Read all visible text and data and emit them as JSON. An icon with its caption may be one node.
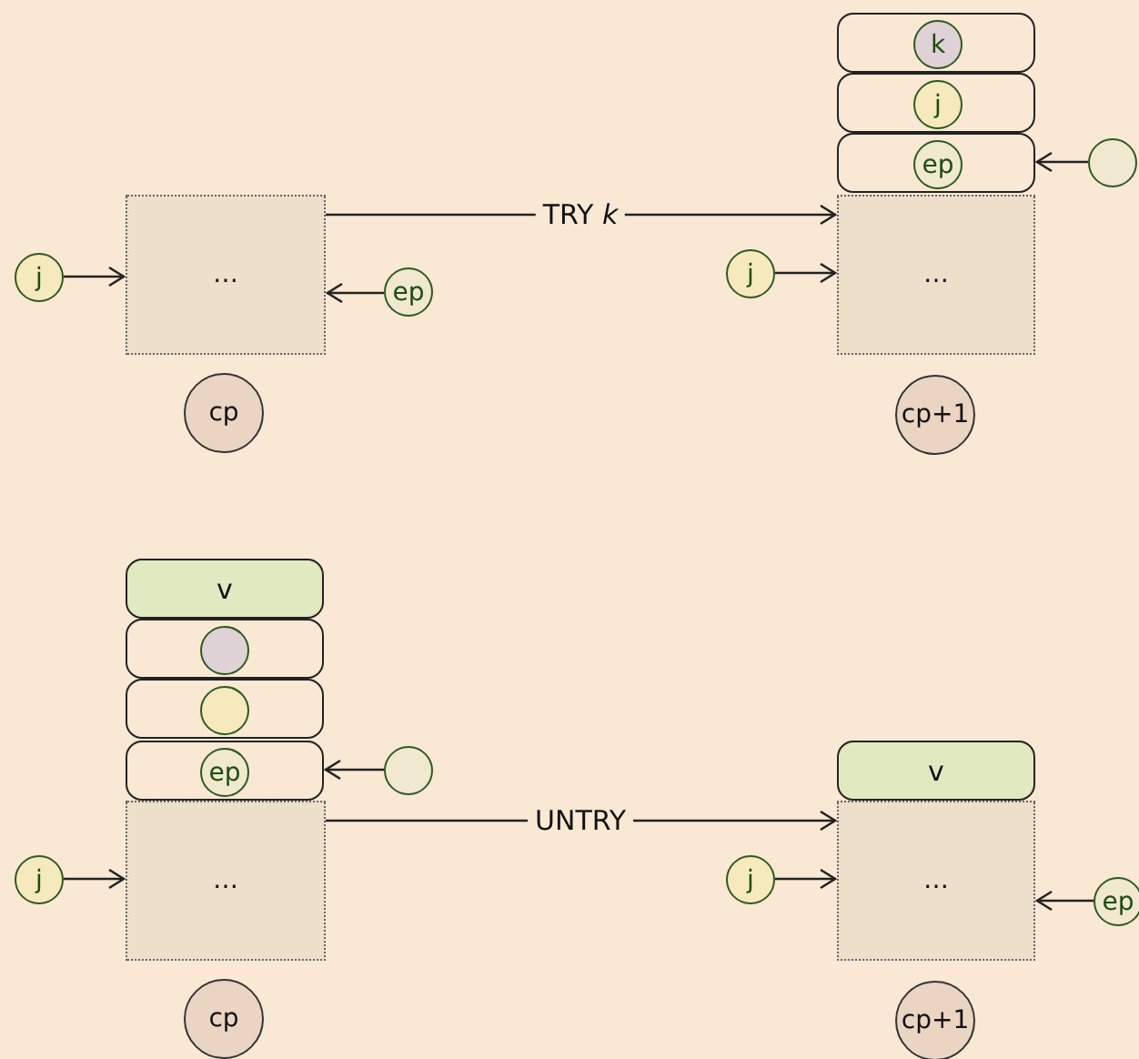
{
  "diagram": {
    "nodes": [
      {
        "text": [
          "j"
        ]
      },
      {
        "text": [
          "…"
        ]
      },
      {
        "text": [
          "ep"
        ]
      },
      {
        "text": [
          "cp"
        ]
      },
      {
        "text": [],
        "shape": "box"
      },
      {
        "text": [
          "k"
        ],
        "in": 4
      },
      {
        "text": [],
        "shape": "box"
      },
      {
        "text": [
          "j"
        ],
        "in": 6
      },
      {
        "text": [],
        "shape": "box"
      },
      {
        "text": [
          "ep"
        ],
        "in": 8
      },
      {
        "text": [],
        "shape": "circle"
      },
      {
        "text": [
          "j"
        ]
      },
      {
        "text": [
          "…"
        ]
      },
      {
        "text": [
          "cp+1"
        ]
      },
      {
        "text": [
          "v"
        ]
      },
      {
        "text": [],
        "shape": "box"
      },
      {
        "text": [],
        "shape": "circle",
        "in": 15
      },
      {
        "text": [],
        "shape": "box"
      },
      {
        "text": [],
        "shape": "circle",
        "in": 17
      },
      {
        "text": [],
        "shape": "box"
      },
      {
        "text": [
          "ep"
        ],
        "in": 19
      },
      {
        "text": [],
        "shape": "circle"
      },
      {
        "text": [
          "j"
        ]
      },
      {
        "text": [
          "…"
        ]
      },
      {
        "text": [
          "cp"
        ]
      },
      {
        "text": [
          "v"
        ]
      },
      {
        "text": [
          "j"
        ]
      },
      {
        "text": [
          "…"
        ]
      },
      {
        "text": [
          "ep"
        ]
      },
      {
        "text": [
          "cp+1"
        ]
      }
    ],
    "edges": [
      {
        "from": 0,
        "to": 1,
        "arrow": "to"
      },
      {
        "from": 2,
        "to": 1,
        "arrow": "to"
      },
      {
        "from": 1,
        "to": 12,
        "arrow": "to",
        "label": "TRY *k*"
      },
      {
        "from": 10,
        "to": 8,
        "arrow": "to"
      },
      {
        "from": 11,
        "to": 12,
        "arrow": "to"
      },
      {
        "from": 21,
        "to": 19,
        "arrow": "to"
      },
      {
        "from": 22,
        "to": 23,
        "arrow": "to"
      },
      {
        "from": 23,
        "to": 27,
        "arrow": "to",
        "label": "UNTRY"
      },
      {
        "from": 26,
        "to": 27,
        "arrow": "to"
      },
      {
        "from": 28,
        "to": 27,
        "arrow": "to"
      }
    ]
  }
}
